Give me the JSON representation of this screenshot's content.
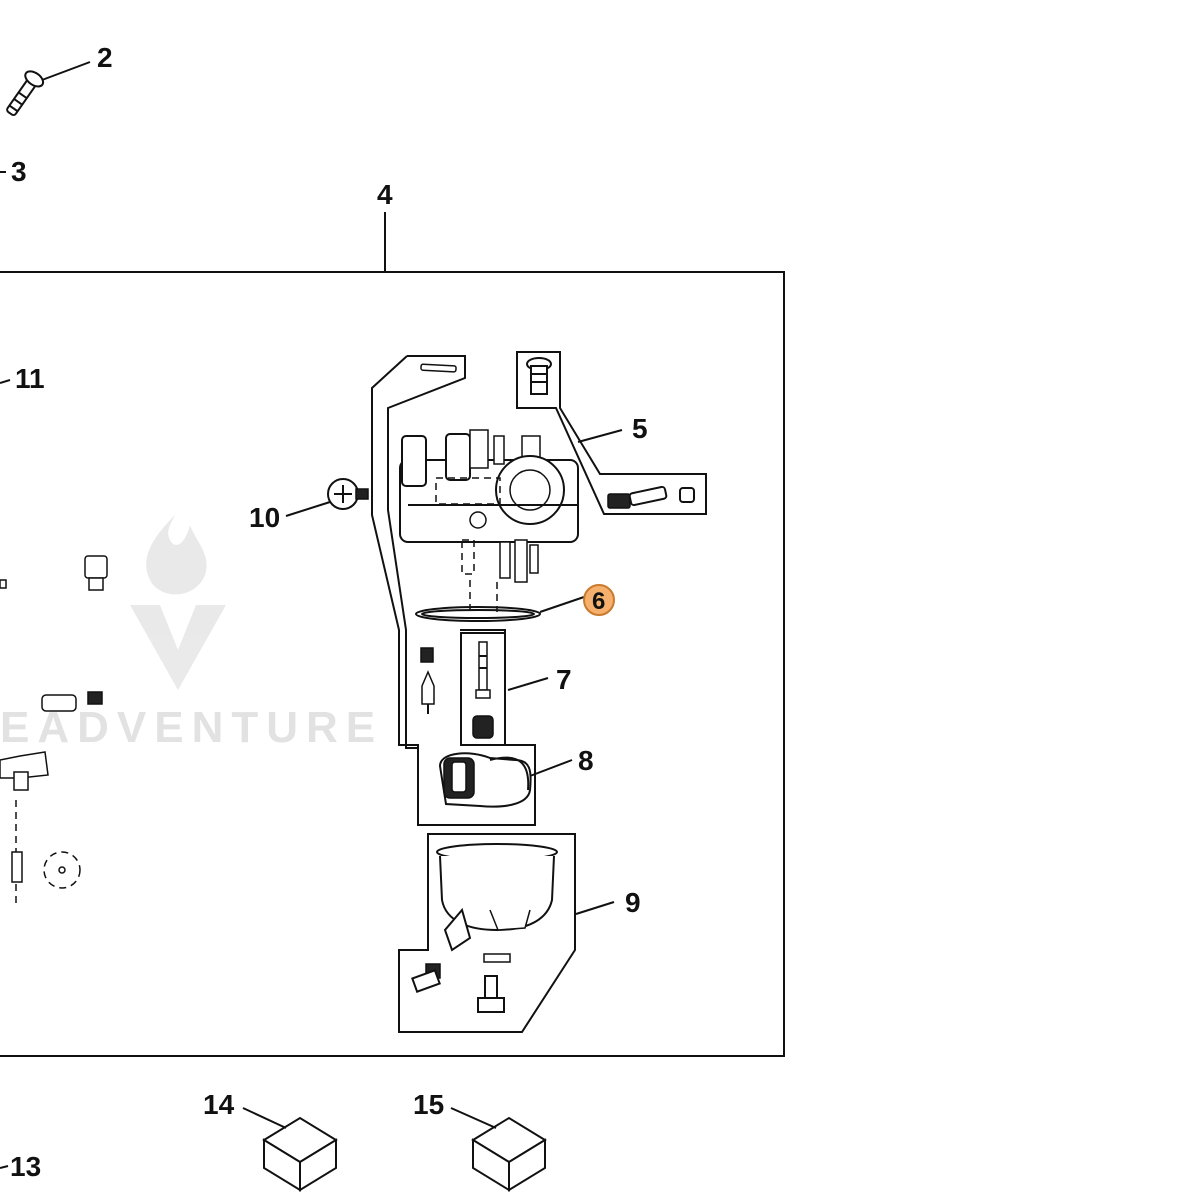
{
  "diagram": {
    "callouts": [
      "2",
      "3",
      "4",
      "5",
      "6",
      "7",
      "8",
      "9",
      "10",
      "11",
      "13",
      "14",
      "15"
    ],
    "highlighted_callout": "6",
    "highlight_color": "#f5b06e",
    "highlight_stroke": "#c97a2c",
    "watermark_text": "EADVENTURE",
    "watermark_color": "#e2e2e2",
    "icons": {
      "watermark_logo": "flame-v-logo-icon",
      "screw": "screw-icon",
      "bolt": "bolt-icon",
      "gasket": "gasket-ring-icon",
      "carburetor": "carburetor-icon",
      "float": "float-icon",
      "float_bowl": "float-bowl-icon",
      "kit_box": "box-icon"
    }
  }
}
